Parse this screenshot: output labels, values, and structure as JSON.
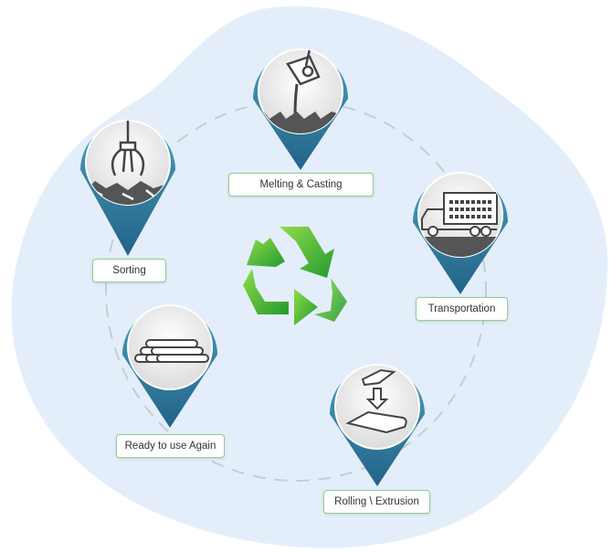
{
  "colors": {
    "pin": "#2f7c9c",
    "background_blob": "#e4eefb",
    "label_border": "#8fd08f",
    "recycle_green": "#3dae3a"
  },
  "center_icon": "recycle-icon",
  "steps": [
    {
      "label": "Melting & Casting",
      "icon": "ladle-pouring-icon"
    },
    {
      "label": "Transportation",
      "icon": "truck-icon"
    },
    {
      "label": "Rolling \\ Extrusion",
      "icon": "ingot-to-sheet-icon"
    },
    {
      "label": "Ready to use Again",
      "icon": "stacked-pipes-icon"
    },
    {
      "label": "Sorting",
      "icon": "scrap-claw-icon"
    }
  ]
}
